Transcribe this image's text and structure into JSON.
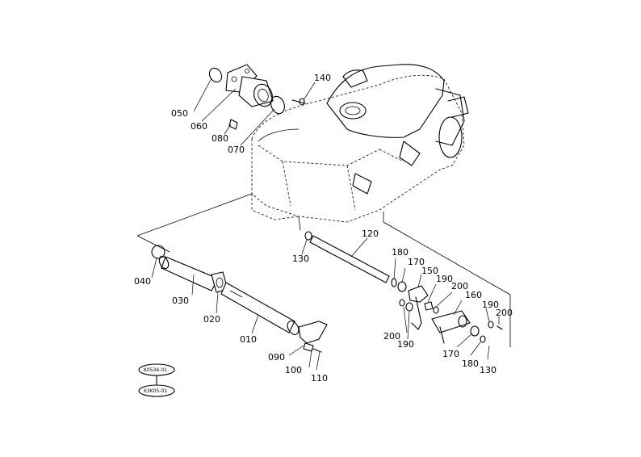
{
  "callouts": {
    "c050": "050",
    "c060": "060",
    "c080": "080",
    "c070": "070",
    "c140": "140",
    "c040": "040",
    "c030": "030",
    "c020": "020",
    "c010": "010",
    "c090": "090",
    "c100": "100",
    "c110": "110",
    "c120": "120",
    "c130a": "130",
    "c180a": "180",
    "c170a": "170",
    "c150": "150",
    "c190a": "190",
    "c200a": "200",
    "c160": "160",
    "c190b": "190",
    "c200b": "200",
    "c200c": "200",
    "c190c": "190",
    "c170b": "170",
    "c180b": "180",
    "c130b": "130"
  },
  "references": {
    "ref_top": "K0534-01",
    "ref_bottom": "K3K05-01"
  }
}
